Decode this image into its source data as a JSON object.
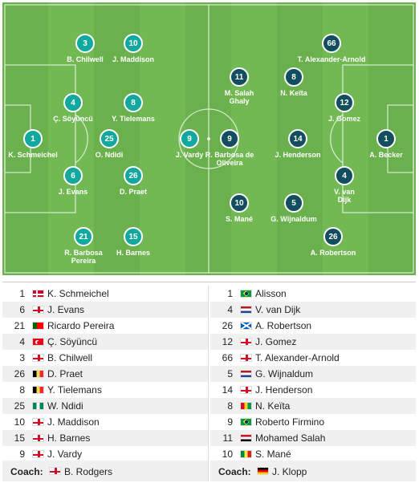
{
  "home_players": [
    {
      "num": "1",
      "name": "K. Schmeichel"
    },
    {
      "num": "6",
      "name": "J. Evans"
    },
    {
      "num": "21",
      "name": "R. Barbosa Pereira"
    },
    {
      "num": "4",
      "name": "Ç. Söyüncü"
    },
    {
      "num": "3",
      "name": "B. Chilwell"
    },
    {
      "num": "26",
      "name": "D. Praet"
    },
    {
      "num": "8",
      "name": "Y. Tielemans"
    },
    {
      "num": "25",
      "name": "O. Ndidi"
    },
    {
      "num": "10",
      "name": "J. Maddison"
    },
    {
      "num": "15",
      "name": "H. Barnes"
    },
    {
      "num": "9",
      "name": "J. Vardy"
    }
  ],
  "away_players": [
    {
      "num": "1",
      "name": "A. Becker"
    },
    {
      "num": "4",
      "name": "V. van Dijk"
    },
    {
      "num": "26",
      "name": "A. Robertson"
    },
    {
      "num": "12",
      "name": "J. Gomez"
    },
    {
      "num": "66",
      "name": "T. Alexander-Arnold"
    },
    {
      "num": "5",
      "name": "G. Wijnaldum"
    },
    {
      "num": "14",
      "name": "J. Henderson"
    },
    {
      "num": "8",
      "name": "N. Keïta"
    },
    {
      "num": "9",
      "name": "R. Barbosa de Oliveira"
    },
    {
      "num": "11",
      "name": "M. Salah Ghaly"
    },
    {
      "num": "10",
      "name": "S. Mané"
    }
  ],
  "home_list": [
    {
      "num": "1",
      "flag": "denmark",
      "name": "K. Schmeichel"
    },
    {
      "num": "6",
      "flag": "england",
      "name": "J. Evans"
    },
    {
      "num": "21",
      "flag": "portugal",
      "name": "Ricardo Pereira"
    },
    {
      "num": "4",
      "flag": "turkey",
      "name": "Ç. Söyüncü"
    },
    {
      "num": "3",
      "flag": "england",
      "name": "B. Chilwell"
    },
    {
      "num": "26",
      "flag": "belgium",
      "name": "D. Praet"
    },
    {
      "num": "8",
      "flag": "belgium",
      "name": "Y. Tielemans"
    },
    {
      "num": "25",
      "flag": "nigeria",
      "name": "W. Ndidi"
    },
    {
      "num": "10",
      "flag": "england",
      "name": "J. Maddison"
    },
    {
      "num": "15",
      "flag": "england",
      "name": "H. Barnes"
    },
    {
      "num": "9",
      "flag": "england",
      "name": "J. Vardy"
    }
  ],
  "away_list": [
    {
      "num": "1",
      "flag": "brazil",
      "name": "Alisson"
    },
    {
      "num": "4",
      "flag": "netherlands",
      "name": "V. van Dijk"
    },
    {
      "num": "26",
      "flag": "scotland",
      "name": "A. Robertson"
    },
    {
      "num": "12",
      "flag": "england",
      "name": "J. Gomez"
    },
    {
      "num": "66",
      "flag": "england",
      "name": "T. Alexander-Arnold"
    },
    {
      "num": "5",
      "flag": "netherlands",
      "name": "G. Wijnaldum"
    },
    {
      "num": "14",
      "flag": "england",
      "name": "J. Henderson"
    },
    {
      "num": "8",
      "flag": "guinea",
      "name": "N. Keïta"
    },
    {
      "num": "9",
      "flag": "brazil",
      "name": "Roberto Firmino"
    },
    {
      "num": "11",
      "flag": "egypt",
      "name": "Mohamed Salah"
    },
    {
      "num": "10",
      "flag": "senegal",
      "name": "S. Mané"
    }
  ],
  "coach_label": "Coach:",
  "home_coach": {
    "flag": "england",
    "name": "B. Rodgers"
  },
  "away_coach": {
    "flag": "germany",
    "name": "J. Klopp"
  },
  "colors": {
    "pitch": "#6ab04c",
    "home": "#13a89e",
    "away": "#134e5e"
  }
}
